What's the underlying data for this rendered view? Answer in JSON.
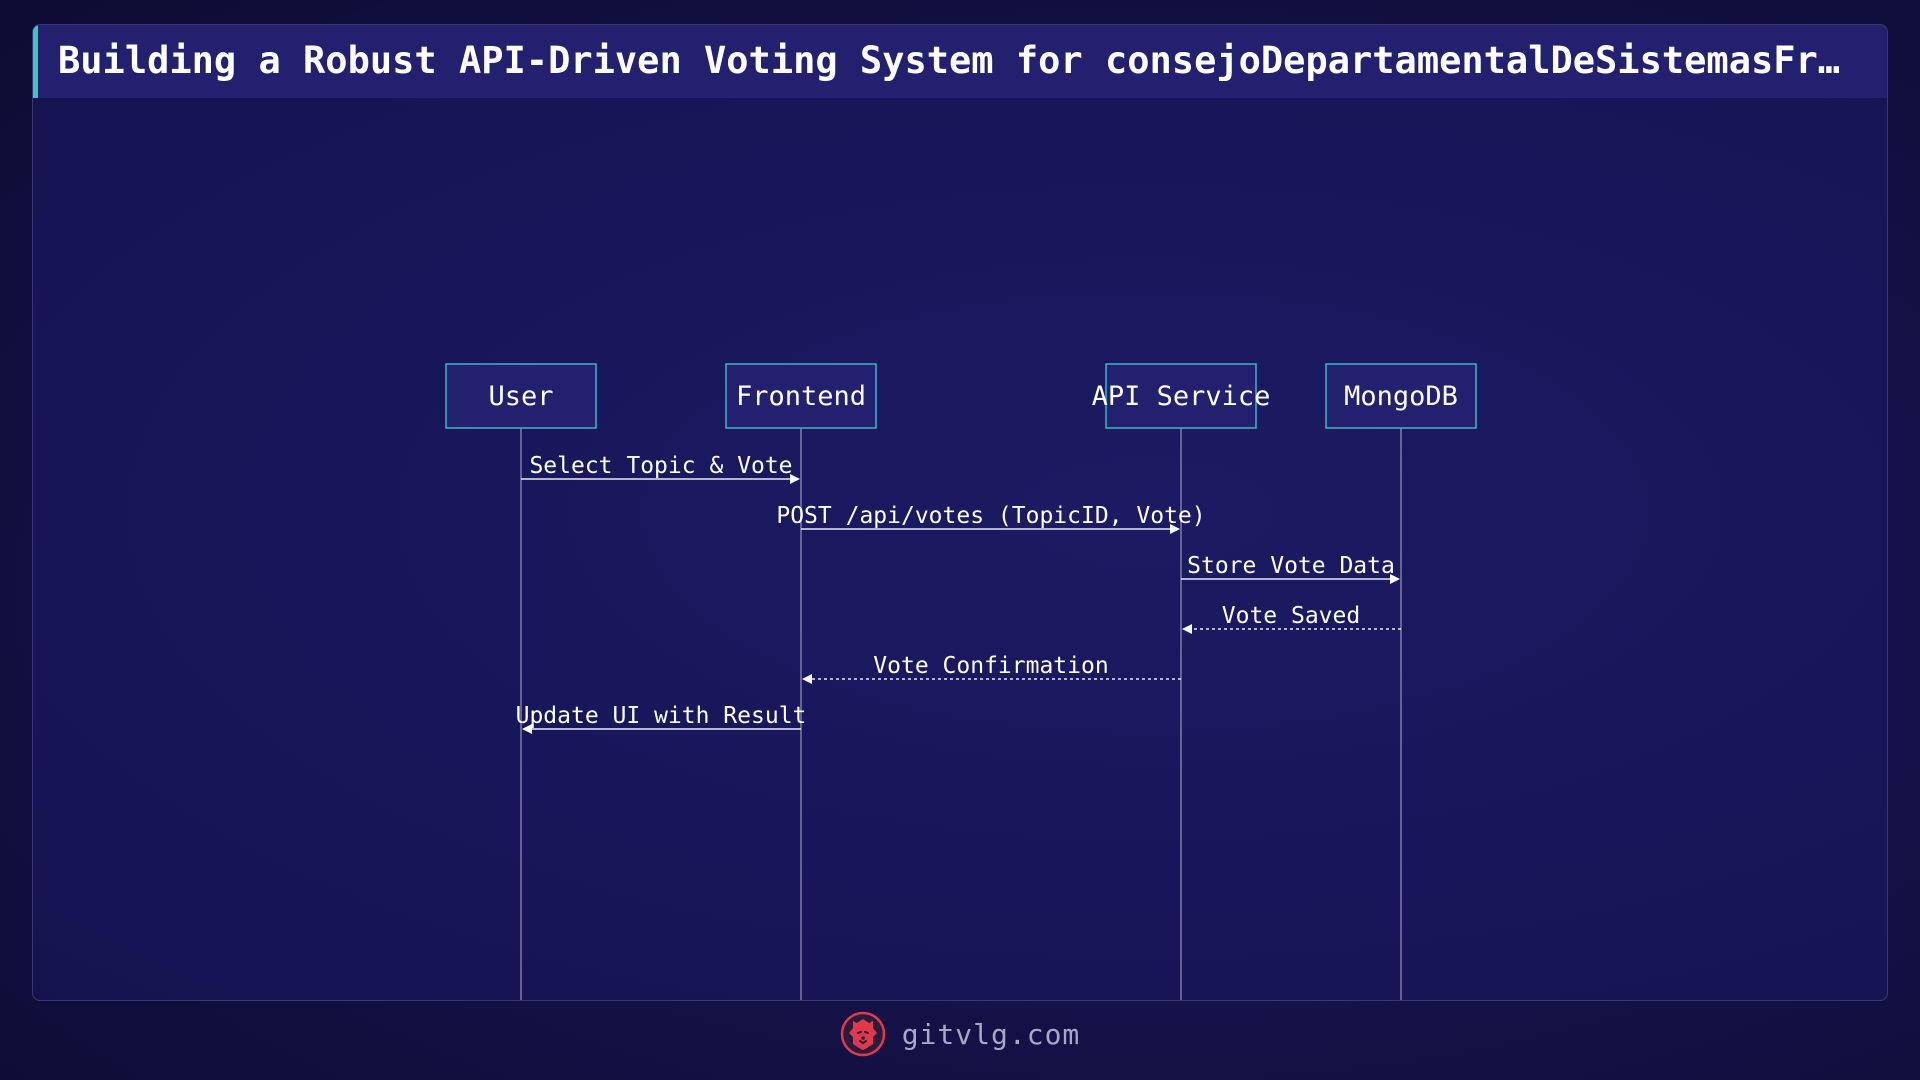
{
  "title": "Building a Robust API-Driven Voting System for consejoDepartamentalDeSistemasFr…",
  "colors": {
    "accent": "#38c6c9",
    "title_bar": "#232070",
    "background": "#15124a",
    "actor_border": "#3fb4c6",
    "footer_text": "#a9a7c6",
    "logo": "#e03a4a"
  },
  "diagram": {
    "type": "sequence",
    "participants": [
      "User",
      "Frontend",
      "API Service",
      "MongoDB"
    ],
    "messages": [
      {
        "from": "User",
        "to": "Frontend",
        "label": "Select Topic & Vote",
        "style": "solid"
      },
      {
        "from": "Frontend",
        "to": "API Service",
        "label": "POST /api/votes (TopicID, Vote)",
        "style": "solid"
      },
      {
        "from": "API Service",
        "to": "MongoDB",
        "label": "Store Vote Data",
        "style": "solid"
      },
      {
        "from": "MongoDB",
        "to": "API Service",
        "label": "Vote Saved",
        "style": "dashed"
      },
      {
        "from": "API Service",
        "to": "Frontend",
        "label": "Vote Confirmation",
        "style": "dashed"
      },
      {
        "from": "Frontend",
        "to": "User",
        "label": "Update UI with Result",
        "style": "solid"
      }
    ]
  },
  "footer": {
    "text": "gitvlg.com",
    "logo_icon": "lion-logo-icon"
  }
}
